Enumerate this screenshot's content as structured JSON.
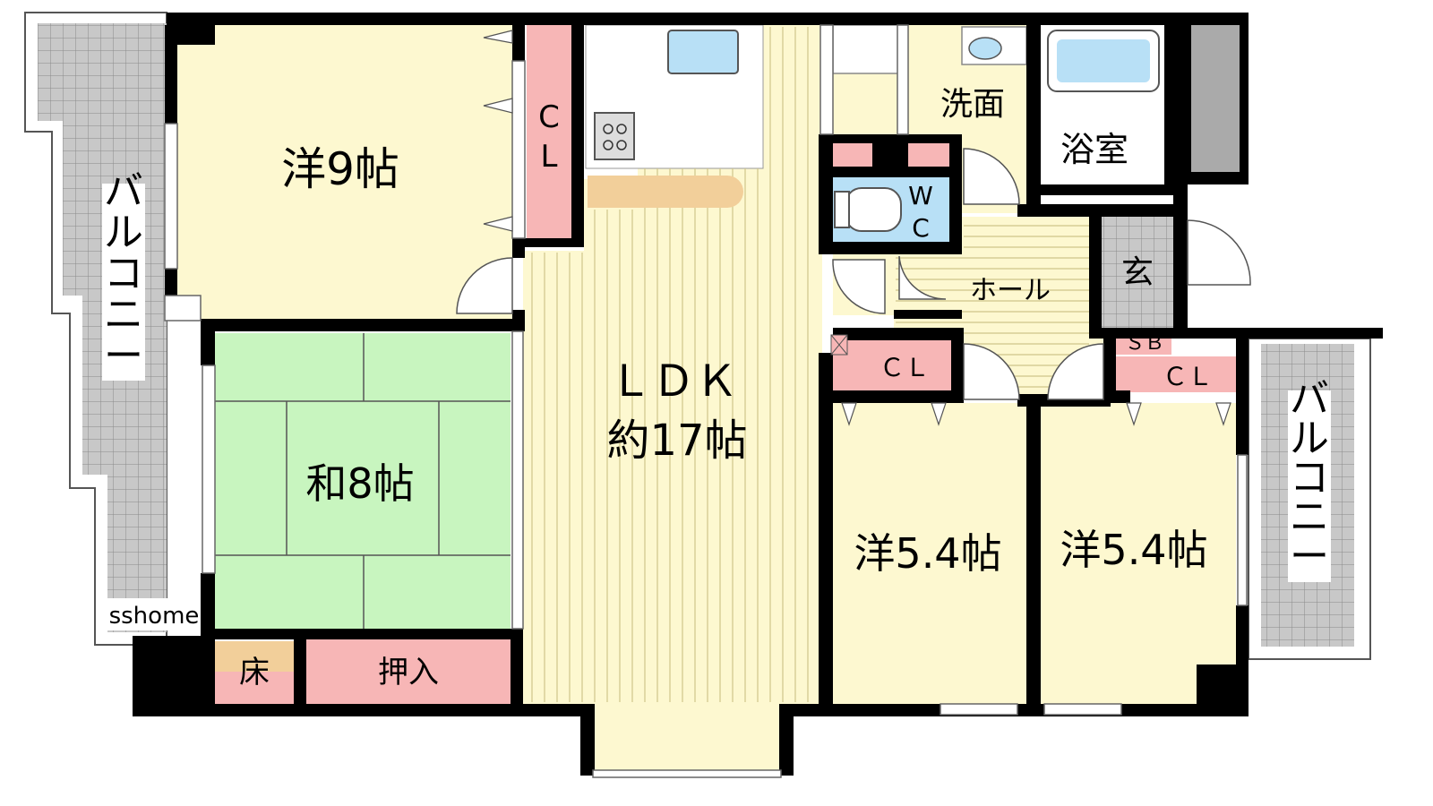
{
  "colors": {
    "western_room": "#fdf8d0",
    "japanese_room": "#c8f5bf",
    "closet": "#f7b6b6",
    "wet_area": "#b8e0f6",
    "balcony": "#c8c8c8",
    "wall": "#000000",
    "tokonoma": "#f2cf9a"
  },
  "rooms": {
    "western_9": "洋9帖",
    "cl_1": "C\nL",
    "ldk_line1": "ＬＤＫ",
    "ldk_line2": "約17帖",
    "japanese_8": "和8帖",
    "tokonoma": "床",
    "oshiire": "押入",
    "washroom": "洗面",
    "bathroom": "浴室",
    "wc_w": "W",
    "wc_c": "C",
    "hall": "ホール",
    "entrance": "玄",
    "sb": "ＳＢ",
    "cl_2": "ＣＬ",
    "cl_3": "ＣＬ",
    "western_54_a": "洋5.4帖",
    "western_54_b": "洋5.4帖",
    "balcony_left": "バルコニー",
    "balcony_right": "バルコニー"
  },
  "watermark": "sshome"
}
